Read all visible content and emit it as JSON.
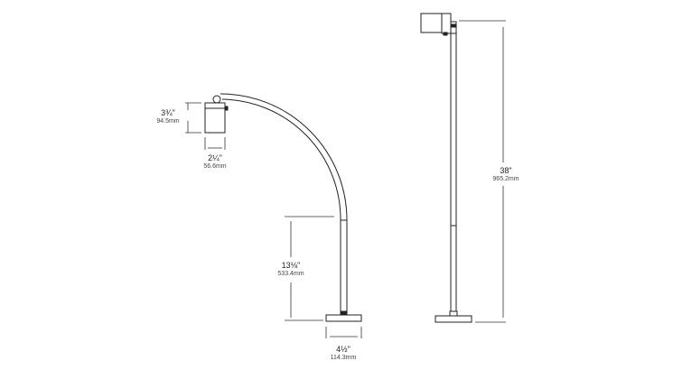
{
  "dimensions": {
    "head_height": {
      "imperial": "3¾\"",
      "metric": "94.5mm"
    },
    "head_width": {
      "imperial": "2¼\"",
      "metric": "56.6mm"
    },
    "stem_height": {
      "imperial": "13⅛\"",
      "metric": "533.4mm"
    },
    "base_width": {
      "imperial": "4½\"",
      "metric": "114.3mm"
    },
    "overall_height": {
      "imperial": "38\"",
      "metric": "965.2mm"
    }
  }
}
